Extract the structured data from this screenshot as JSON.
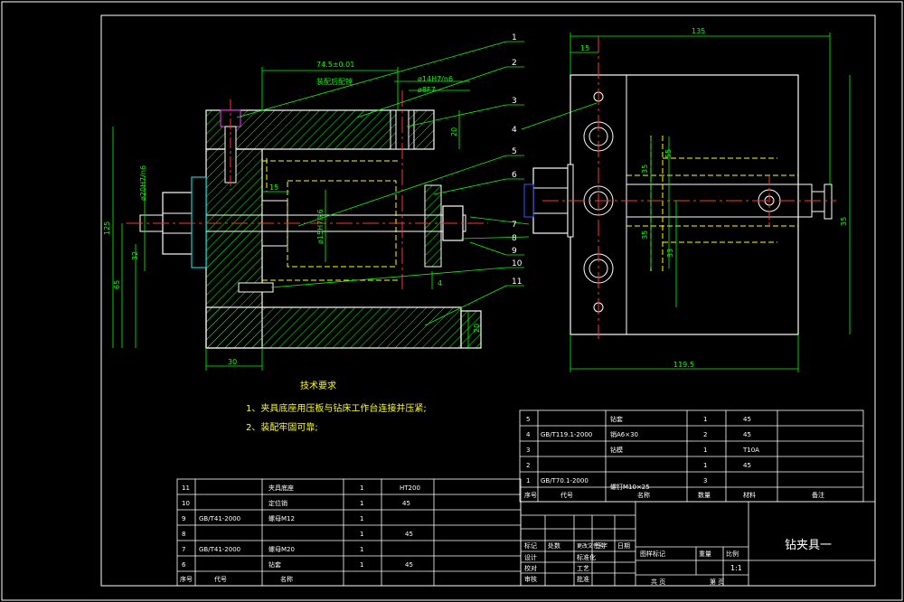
{
  "colors": {
    "background": "#000000",
    "frame": "#ffffff",
    "outline": "#ffffff",
    "dimension": "#00ff00",
    "hidden": "#ffff00",
    "center": "#ff3333",
    "hatch": "#00ff00",
    "cyan": "#00ffff",
    "magenta": "#ff33ff",
    "blue": "#3355ff"
  },
  "balloons": [
    "1",
    "2",
    "3",
    "4",
    "5",
    "6",
    "7",
    "8",
    "9",
    "10",
    "11"
  ],
  "dims_left": {
    "d_74": "74.5±0.01",
    "assembly_note": "装配后配镗",
    "d_14": "ø14H7/n6",
    "d_8": "ø8F7",
    "d_20r": "20",
    "d_20h": "ø20H7/n6",
    "d_15": "15",
    "d_15h": "ø15H7/k6",
    "d_125": "125",
    "d_32": "32",
    "d_65": "65",
    "d_4": "4",
    "d_20b": "20",
    "d_30": "30"
  },
  "dims_right": {
    "d_135": "135",
    "d_15": "15",
    "d_55": "55",
    "d_35a": "35",
    "d_35b": "35",
    "d_33": "33",
    "d_right": "35",
    "d_119": "119.5"
  },
  "requirements": {
    "title": "技术要求",
    "items": [
      "1、夹具底座用压板与钻床工作台连接并压紧;",
      "2、装配牢固可靠;"
    ]
  },
  "bom_upper": [
    {
      "no": "5",
      "std": "",
      "name": "钻套",
      "qty": "1",
      "mat": "45"
    },
    {
      "no": "4",
      "std": "GB/T119.1-2000",
      "name": "销A6×30",
      "qty": "2",
      "mat": "45"
    },
    {
      "no": "3",
      "std": "",
      "name": "钻模",
      "qty": "1",
      "mat": "T10A"
    },
    {
      "no": "2",
      "std": "",
      "name": "",
      "qty": "1",
      "mat": "45"
    },
    {
      "no": "1",
      "std": "GB/T70.1-2000",
      "name": "螺钉M10×25",
      "qty": "3",
      "mat": ""
    }
  ],
  "bom_upper_header": {
    "no": "序号",
    "std": "代号",
    "name": "名称",
    "qty": "数量",
    "mat": "材料",
    "remark": "备注"
  },
  "bom_lower": [
    {
      "no": "11",
      "std": "",
      "name": "夹具底座",
      "qty": "1",
      "mat": "HT200"
    },
    {
      "no": "10",
      "std": "",
      "name": "定位销",
      "qty": "1",
      "mat": "45"
    },
    {
      "no": "9",
      "std": "GB/T41-2000",
      "name": "螺母M12",
      "qty": "1",
      "mat": ""
    },
    {
      "no": "8",
      "std": "",
      "name": "",
      "qty": "1",
      "mat": "45"
    },
    {
      "no": "7",
      "std": "GB/T41-2000",
      "name": "螺母M20",
      "qty": "1",
      "mat": ""
    },
    {
      "no": "6",
      "std": "",
      "name": "钻套",
      "qty": "1",
      "mat": "45"
    }
  ],
  "bom_lower_header": {
    "no": "序号",
    "std": "代号",
    "name": "名称"
  },
  "title_block": {
    "drawing_name": "钻夹具一",
    "scale": "1:1",
    "stage_label": "图样标记",
    "weight_label": "重量",
    "scale_label": "比例",
    "sheet_total": "共 页",
    "sheet_no": "第 页",
    "row_mark": "标记",
    "row_qty": "处数",
    "row_doc": "更改文件号",
    "row_sign": "签字",
    "row_date": "日期",
    "design": "设计",
    "check": "校对",
    "review": "审核",
    "process": "工艺",
    "standard": "标准化",
    "approve": "批准"
  }
}
